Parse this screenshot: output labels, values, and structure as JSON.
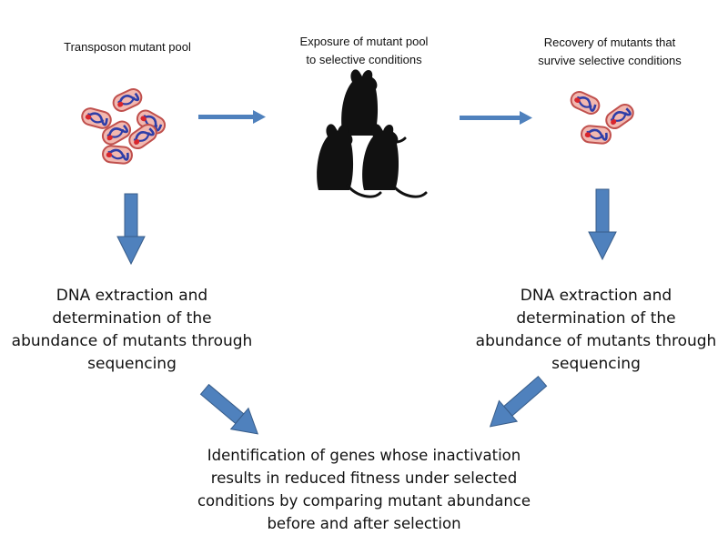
{
  "steps": {
    "pool": "Transposon mutant pool",
    "exposure": [
      "Exposure of mutant pool",
      "to selective conditions"
    ],
    "recovery": [
      "Recovery of mutants that",
      "survive selective conditions"
    ],
    "extraction_left": [
      "DNA extraction and",
      "determination of the",
      "abundance of mutants through",
      "sequencing"
    ],
    "extraction_right": [
      "DNA extraction and",
      "determination of the",
      "abundance of mutants through",
      "sequencing"
    ],
    "identification": [
      "Identification of genes whose inactivation",
      "results in reduced fitness under selected",
      "conditions by comparing mutant abundance",
      "before and after selection"
    ]
  },
  "colors": {
    "arrow": "#4f81bd",
    "arrow_stroke": "#385d8a",
    "bacterium_fill": "#f2b8b0",
    "bacterium_stroke": "#c0504d",
    "dna_blue": "#2e3ea8",
    "dna_red": "#d9262c",
    "mouse": "#111111"
  },
  "icons": [
    "bacteria-cluster-icon",
    "mouse-icon",
    "bacteria-cluster-icon"
  ]
}
